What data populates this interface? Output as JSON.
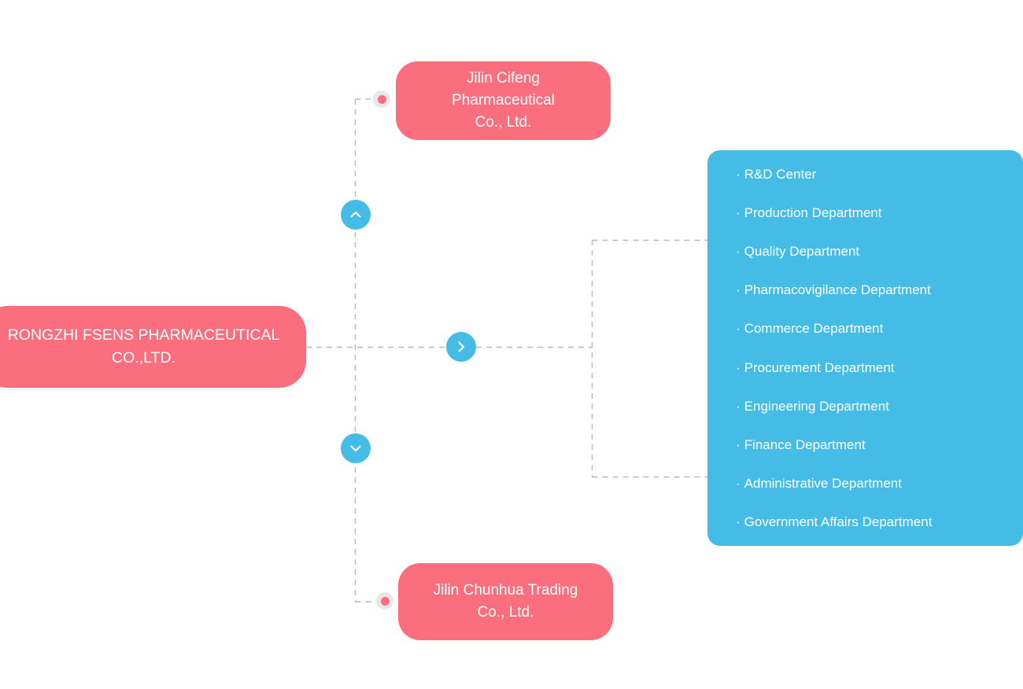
{
  "diagram": {
    "type": "organizational-chart",
    "colors": {
      "node_pink": "#fb6e7e",
      "panel_blue": "#45bce6",
      "connector_gray": "#b8b8b8",
      "bullet_ring": "#e8e8e8",
      "text_white": "#ffffff",
      "background": "#ffffff"
    }
  },
  "root_node": {
    "label": "RONGZHI FSENS PHARMACEUTICAL CO.,LTD.",
    "line1": "RONGZHI FSENS PHARMACEUTICAL",
    "line2": "CO.,LTD."
  },
  "subsidiaries": [
    {
      "id": "cifeng",
      "label": "Jilin Cifeng Pharmaceutical Co., Ltd.",
      "line1": "Jilin Cifeng Pharmaceutical",
      "line2": "Co., Ltd."
    },
    {
      "id": "chunhua",
      "label": "Jilin Chunhua Trading Co., Ltd.",
      "line1": "Jilin Chunhua Trading",
      "line2": "Co., Ltd."
    }
  ],
  "departments": {
    "bullet": "·",
    "items": [
      {
        "label": "R&D Center"
      },
      {
        "label": "Production Department"
      },
      {
        "label": "Quality Department"
      },
      {
        "label": "Pharmacovigilance Department"
      },
      {
        "label": "Commerce Department"
      },
      {
        "label": "Procurement Department"
      },
      {
        "label": "Engineering Department"
      },
      {
        "label": "Finance Department"
      },
      {
        "label": "Administrative Department"
      },
      {
        "label": "Government Affairs Department"
      }
    ]
  },
  "controls": [
    {
      "id": "up",
      "icon": "chevron-up-icon"
    },
    {
      "id": "right",
      "icon": "chevron-right-icon"
    },
    {
      "id": "down",
      "icon": "chevron-down-icon"
    }
  ]
}
